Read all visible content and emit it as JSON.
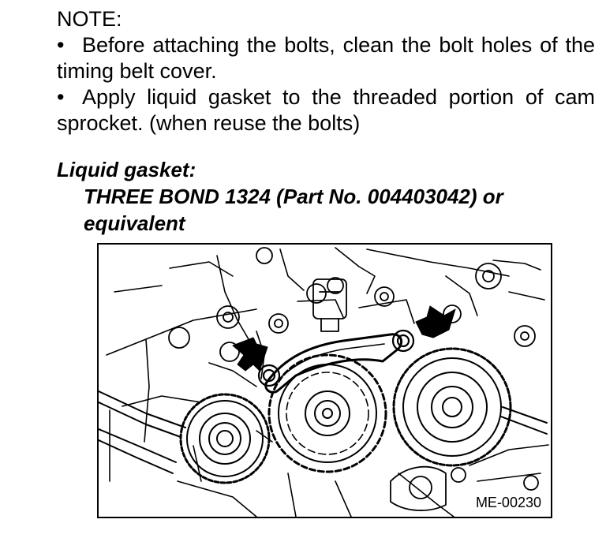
{
  "note": {
    "title": "NOTE:",
    "items": [
      {
        "bullet": "•",
        "text": "Before attaching the bolts, clean the bolt holes of the timing belt cover."
      },
      {
        "bullet": "•",
        "text": "Apply liquid gasket to the threaded portion of cam sprocket. (when reuse the bolts)"
      }
    ]
  },
  "gasket": {
    "label": "Liquid gasket:",
    "spec": "THREE BOND 1324 (Part No. 004403042) or equivalent"
  },
  "figure": {
    "code": "ME-00230"
  }
}
